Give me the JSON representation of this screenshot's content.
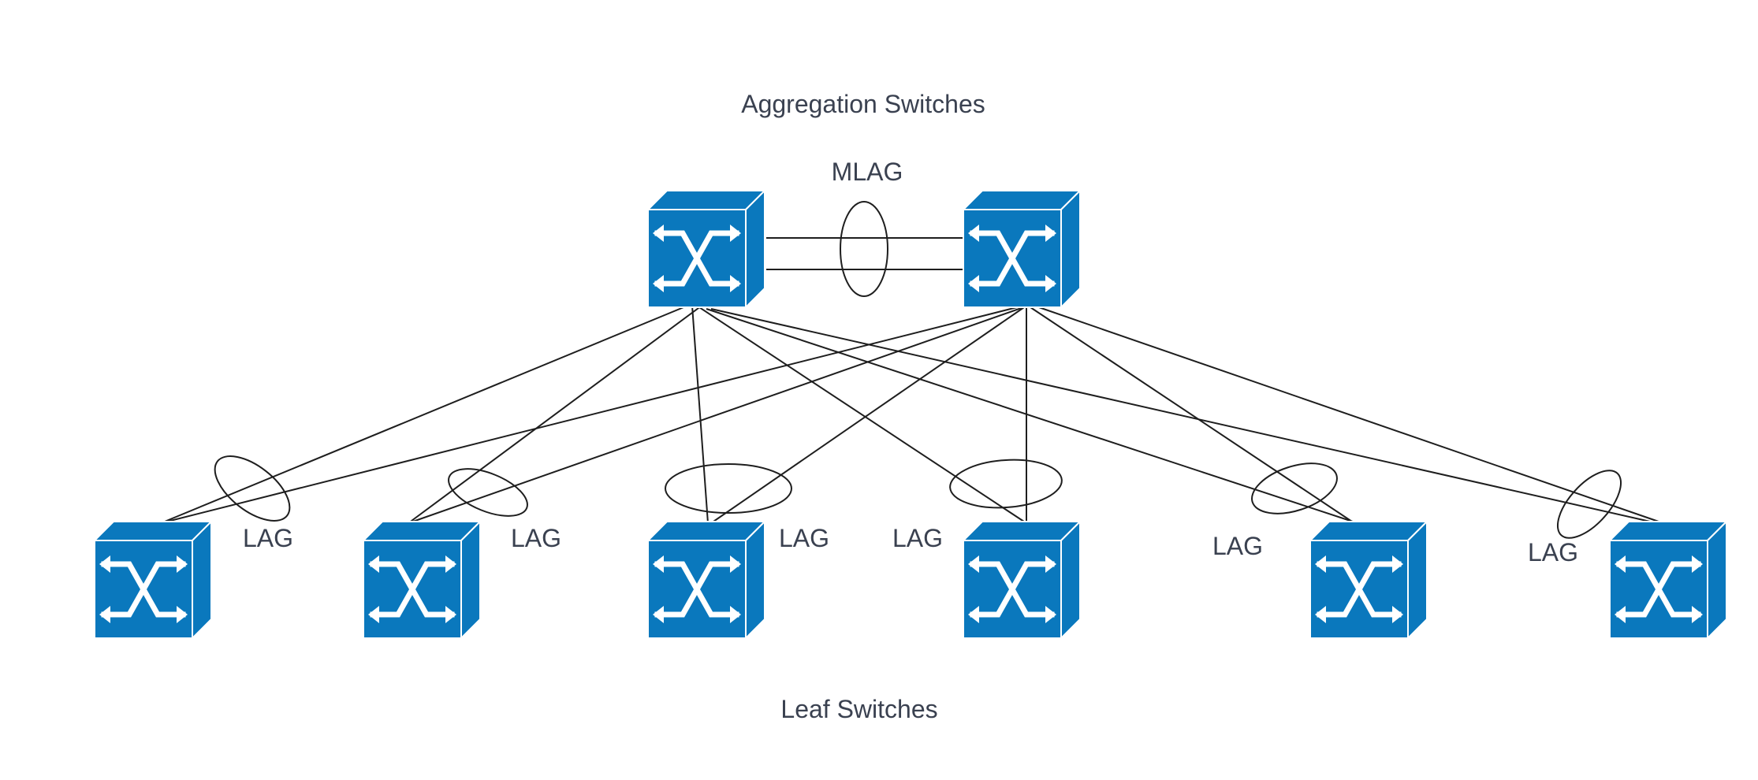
{
  "labels": {
    "top_title": "Aggregation Switches",
    "bottom_title": "Leaf Switches",
    "mlag": "MLAG",
    "lag_1": "LAG",
    "lag_2": "LAG",
    "lag_3": "LAG",
    "lag_4": "LAG",
    "lag_5": "LAG",
    "lag_6": "LAG"
  },
  "colors": {
    "switch_front": "#0a78bd",
    "switch_top": "#0a78bd",
    "switch_side": "#0a78bd",
    "switch_edge": "#ffffff",
    "icon_stroke": "#ffffff",
    "line": "#1e1e1e",
    "text": "#3a4150"
  },
  "icons": {
    "switch": "network-switch-icon"
  }
}
